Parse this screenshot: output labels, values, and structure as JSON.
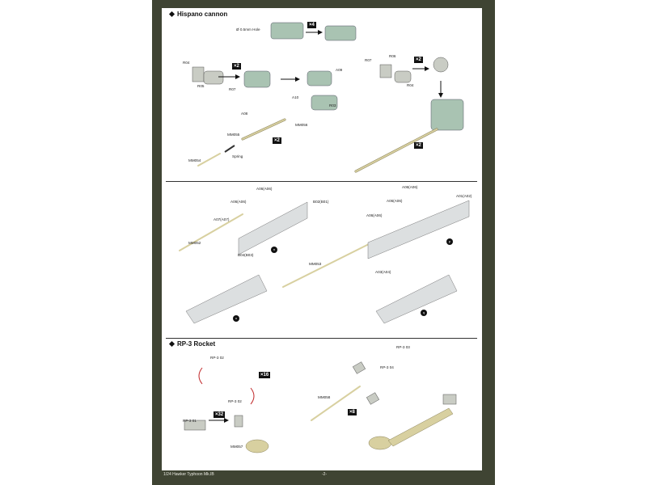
{
  "sections": {
    "hispano": {
      "title": "Hispano cannon"
    },
    "rocket": {
      "title": "RP-3 Rocket"
    }
  },
  "labels": {
    "hole": "Ø 0.5mm Hole",
    "r04_a": "R04",
    "r05": "R05",
    "r07_a": "R07",
    "r07_b": "R07",
    "r06": "R06",
    "r04_b": "R04",
    "a09": "A09",
    "a10": "A10",
    "r03": "R03",
    "a08": "A08",
    "mm055": "MM055",
    "mm056": "MM056",
    "mm054": "MM054",
    "spring": "Spring",
    "a06_l1": "A06(A06)",
    "a06_l2": "A06(A06)",
    "b02": "B02(B01)",
    "a07": "A07(A07)",
    "mm052": "MM052",
    "b04": "B04(B03)",
    "a06_r1": "A06(A06)",
    "a06_r2": "A06(A06)",
    "a06_r3": "A06(A06)",
    "a01": "A01(A02)",
    "mm053": "MM053",
    "a03": "A03(A04)",
    "rp3_02a": "RP-3 02",
    "rp3_02b": "RP-3 02",
    "rp3_01": "RP-3 01",
    "rp3_03": "RP-3 03",
    "rp3_04": "RP-3 04",
    "mm058": "MM058",
    "mm057": "MM057"
  },
  "badges": {
    "x4": "×4",
    "x2a": "×2",
    "x2b": "×2",
    "x2c": "×2",
    "x2d": "×2",
    "x16": "×16",
    "x32": "×32",
    "x8": "×8"
  },
  "steps": {
    "n": "n",
    "o": "o",
    "p": "p",
    "q": "q"
  },
  "footer": {
    "model": "1/24 Hawker Typhoon Mk.IB",
    "page": "-2-"
  },
  "colors": {
    "frame": "#3f4433",
    "part_grey": "#c9ccc4",
    "part_green": "#a9c3b2",
    "brass": "#d8d0a0",
    "arrow_red": "#c0282a"
  }
}
